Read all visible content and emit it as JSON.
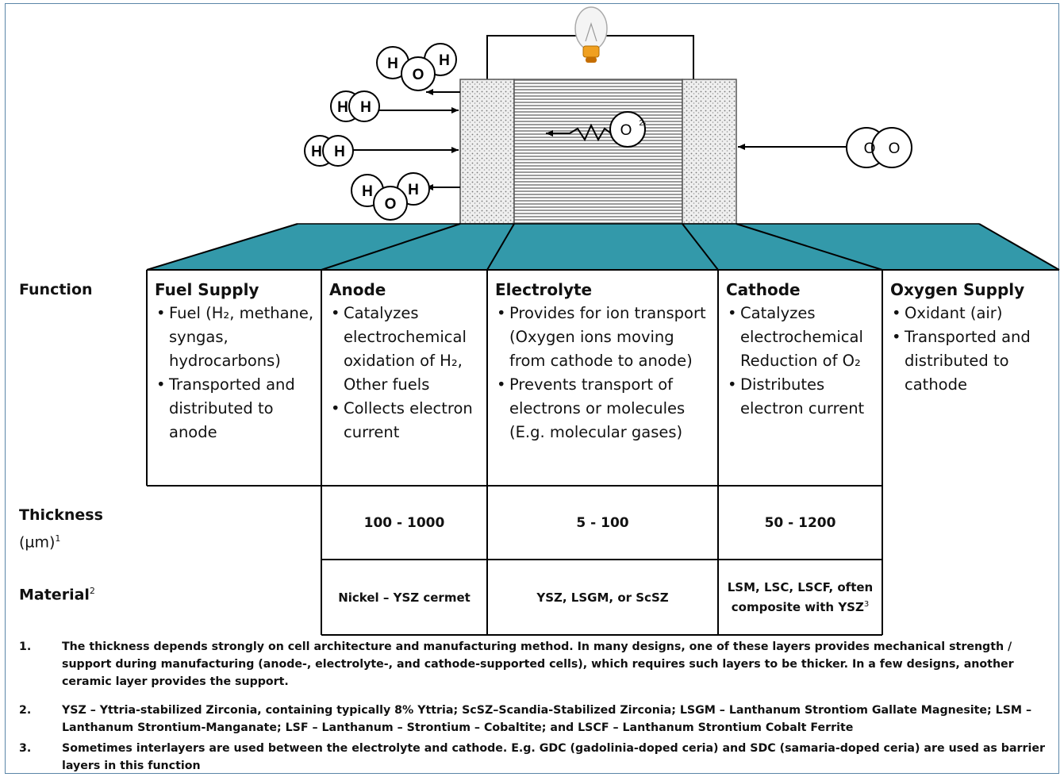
{
  "molecules": {
    "h2o_top": [
      "H",
      "O",
      "H"
    ],
    "h2_a": [
      "H",
      "H"
    ],
    "h2_b": [
      "H",
      "H"
    ],
    "h2o_bottom": [
      "H",
      "O",
      "H"
    ],
    "o2": [
      "O",
      "O"
    ],
    "ion": "O",
    "ion_charge": "2-"
  },
  "row_labels": {
    "function": "Function",
    "thickness": "Thickness",
    "thickness_unit": "(µm)",
    "thickness_sup": "1",
    "material": "Material",
    "material_sup": "2"
  },
  "columns": [
    {
      "head": "Fuel Supply",
      "bullets": [
        "Fuel (H₂, methane, syngas, hydrocarbons)",
        "Transported and distributed to anode"
      ]
    },
    {
      "head": "Anode",
      "bullets": [
        "Catalyzes electrochemical oxidation of H₂, Other fuels",
        "Collects electron current"
      ]
    },
    {
      "head": "Electrolyte",
      "bullets": [
        "Provides for ion transport (Oxygen ions moving from cathode to anode)",
        "Prevents transport of electrons or molecules (E.g. molecular gases)"
      ]
    },
    {
      "head": "Cathode",
      "bullets": [
        "Catalyzes electrochemical Reduction of O₂",
        "Distributes electron current"
      ]
    },
    {
      "head": "Oxygen Supply",
      "bullets": [
        "Oxidant (air)",
        "Transported and distributed to cathode"
      ]
    }
  ],
  "thickness": {
    "anode": "100 - 1000",
    "electrolyte": "5 - 100",
    "cathode": "50 - 1200"
  },
  "material": {
    "anode": "Nickel – YSZ cermet",
    "electrolyte": "YSZ, LSGM, or ScSZ",
    "cathode": "LSM, LSC, LSCF, often composite with YSZ",
    "cathode_sup": "3"
  },
  "footnotes": [
    {
      "num": "1.",
      "text": "The thickness depends strongly on cell architecture and manufacturing method. In many designs, one of these layers provides mechanical strength / support during manufacturing (anode-, electrolyte-, and cathode-supported cells), which requires such layers to be thicker. In a few designs, another ceramic layer provides the support."
    },
    {
      "num": "2.",
      "text": "YSZ – Yttria-stabilized Zirconia, containing typically 8% Yttria; ScSZ–Scandia-Stabilized Zirconia; LSGM – Lanthanum Strontiom Gallate Magnesite; LSM – Lanthanum Strontium-Manganate; LSF – Lanthanum – Strontium – Cobaltite; and LSCF – Lanthanum Strontium Cobalt Ferrite"
    },
    {
      "num": "3.",
      "text": "Sometimes interlayers are used between the electrolyte and cathode. E.g. GDC (gadolinia-doped ceria) and SDC (samaria-doped ceria) are used as barrier layers in this function"
    }
  ],
  "colors": {
    "teal": "#3399aa",
    "border": "#5a86a8"
  }
}
